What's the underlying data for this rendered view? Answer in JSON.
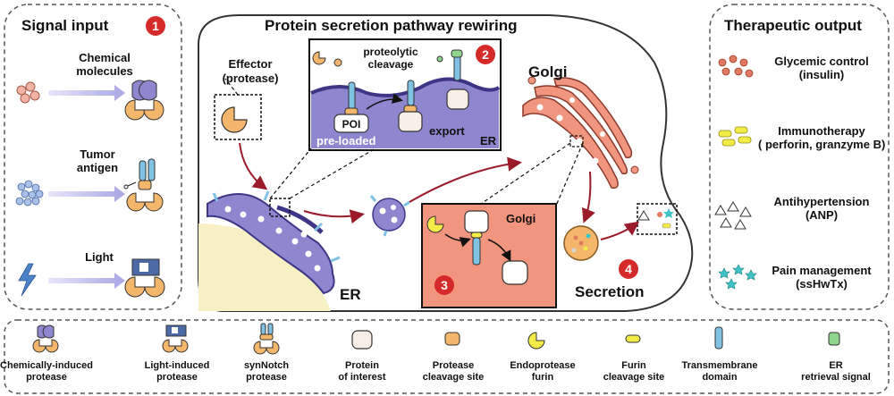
{
  "panels": {
    "signal_input": {
      "title": "Signal input",
      "number": "1",
      "items": [
        "Chemical molecules",
        "Tumor antigen",
        "Light"
      ]
    },
    "pathway": {
      "title": "Protein secretion pathway rewiring",
      "effector": "Effector (protease)",
      "golgi": "Golgi",
      "er": "ER",
      "secretion": "Secretion",
      "step4": "4"
    },
    "inset_er": {
      "number": "2",
      "proteolytic": "proteolytic cleavage",
      "poi": "POI",
      "preloaded": "pre-loaded",
      "export": "export",
      "er": "ER"
    },
    "inset_golgi": {
      "number": "3",
      "golgi": "Golgi"
    },
    "therapeutic_output": {
      "title": "Therapeutic output",
      "items": [
        {
          "name": "Glycemic control",
          "detail": "(insulin)"
        },
        {
          "name": "Immunotherapy",
          "detail": "( perforin, granzyme B)"
        },
        {
          "name": "Antihypertension",
          "detail": "(ANP)"
        },
        {
          "name": "Pain management",
          "detail": "(ssHwTx)"
        }
      ]
    }
  },
  "legend": [
    {
      "line1": "Chemically-induced",
      "line2": "protease"
    },
    {
      "line1": "Light-induced",
      "line2": "protease"
    },
    {
      "line1": "synNotch",
      "line2": "protease"
    },
    {
      "line1": "Protein",
      "line2": "of interest"
    },
    {
      "line1": "Protease",
      "line2": "cleavage site"
    },
    {
      "line1": "Endoprotease",
      "line2": "furin"
    },
    {
      "line1": "Furin",
      "line2": "cleavage site"
    },
    {
      "line1": "Transmembrane",
      "line2": "domain"
    },
    {
      "line1": "ER",
      "line2": "retrieval signal"
    }
  ],
  "icons": [
    "chemical-molecules-icon",
    "tumor-antigen-icon",
    "light-bolt-icon",
    "protease-icon",
    "furin-icon",
    "vesicle-icon",
    "golgi-icon",
    "er-icon",
    "insulin-icon",
    "perforin-icon",
    "anp-icon",
    "sshwtx-icon",
    "scissors-icon"
  ],
  "colors": {
    "accent_red": "#d52a2a",
    "er_purple": "#8e86cf",
    "golgi_salmon": "#f2957e",
    "arrow_lavender": "#b8b6e6",
    "protease_orange": "#f4b66b",
    "furin_yellow": "#f3ec46",
    "tm_blue": "#7fc2e3",
    "er_signal_green": "#8fd68c",
    "nucleus_yellow": "#f6f0c4",
    "dark_red_arrow": "#9b1b2a"
  }
}
